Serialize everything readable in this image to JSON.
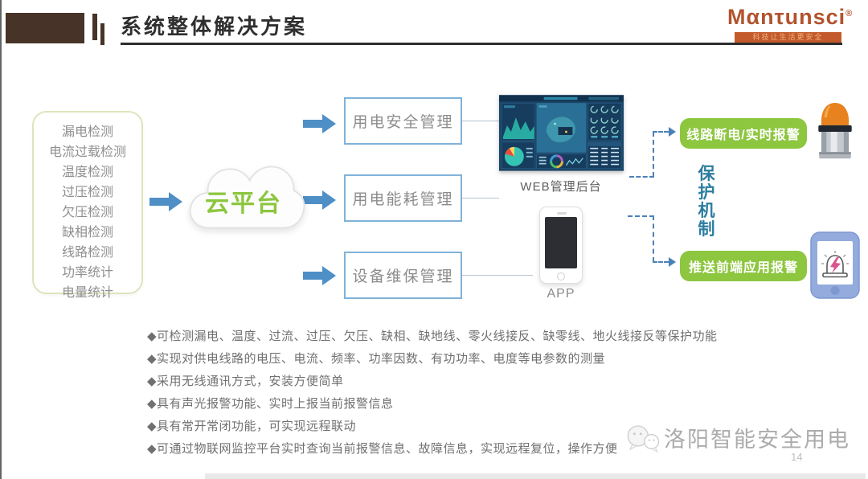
{
  "header": {
    "title": "系统整体解决方案",
    "logo": {
      "brand": "Mαnτunsci",
      "registered": "®",
      "tagline": "科技让生活更安全"
    }
  },
  "detection_box": {
    "items": [
      "漏电检测",
      "电流过载检测",
      "温度检测",
      "过压检测",
      "欠压检测",
      "缺相检测",
      "线路检测",
      "功率统计",
      "电量统计"
    ]
  },
  "cloud": {
    "label": "云平台"
  },
  "management": {
    "boxes": [
      "用电安全管理",
      "用电能耗管理",
      "设备维保管理"
    ]
  },
  "outputs": {
    "web_label": "WEB管理后台",
    "app_label": "APP"
  },
  "protection": {
    "label": "保护机制",
    "alarm_line_button": "线路断电/实时报警",
    "alarm_push_button": "推送前端应用报警"
  },
  "bullets": [
    "◆可检测漏电、温度、过流、过压、欠压、缺相、缺地线、零火线接反、缺零线、地火线接反等保护功能",
    "◆实现对供电线路的电压、电流、频率、功率因数、有功功率、电度等电参数的测量",
    "◆采用无线通讯方式，安装方便简单",
    "◆具有声光报警功能、实时上报当前报警信息",
    "◆具有常开常闭功能，可实现远程联动",
    "◆可通过物联网监控平台实时查询当前报警信息、故障信息，实现远程复位，操作方便"
  ],
  "footer": {
    "watermark": "洛阳智能安全用电",
    "page_number": "14"
  },
  "colors": {
    "accent_brown": "#473327",
    "arrow_blue": "#4E8FC6",
    "connector_dashed_blue": "#4A82B8",
    "button_green": "#8DC63F",
    "cloud_text_green": "#8CC63F",
    "protection_teal": "#2C7DA0",
    "logo_rust": "#B2532D",
    "logo_bar_orange": "#C35A2B",
    "beacon_orange": "#E8821E"
  },
  "icons": {
    "alarm_beacon": "alarm-beacon-icon",
    "alarm_phone": "alarm-phone-icon",
    "wechat_logo": "wechat-logo-icon",
    "cloud_shape": "cloud-icon"
  }
}
